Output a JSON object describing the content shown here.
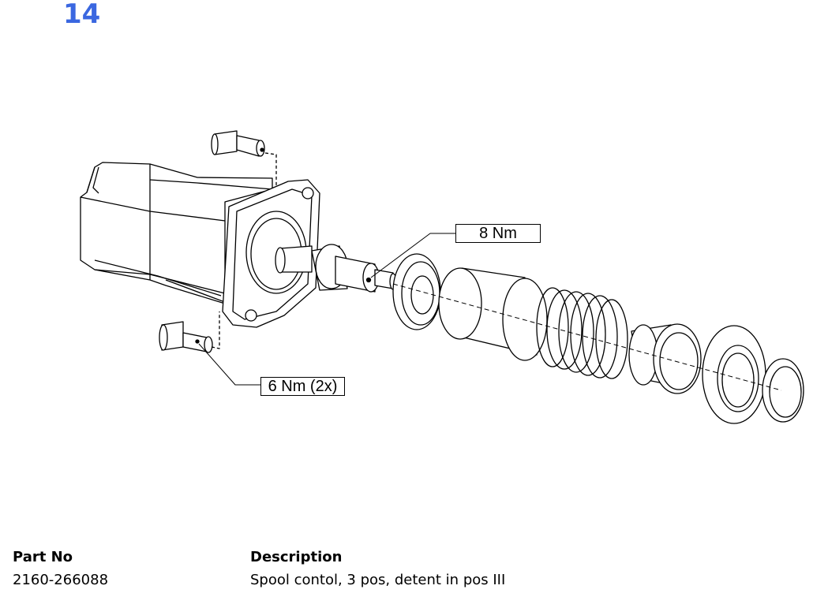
{
  "page": {
    "number": "14"
  },
  "callouts": {
    "spool_torque": "8 Nm",
    "screw_torque": "6 Nm (2x)"
  },
  "table": {
    "headers": {
      "part_no": "Part No",
      "description": "Description"
    },
    "rows": [
      {
        "part_no": "2160-266088",
        "description": "Spool contol, 3 pos, detent in pos III"
      }
    ]
  },
  "colors": {
    "page_number": "#3a67e0",
    "line": "#000000"
  }
}
